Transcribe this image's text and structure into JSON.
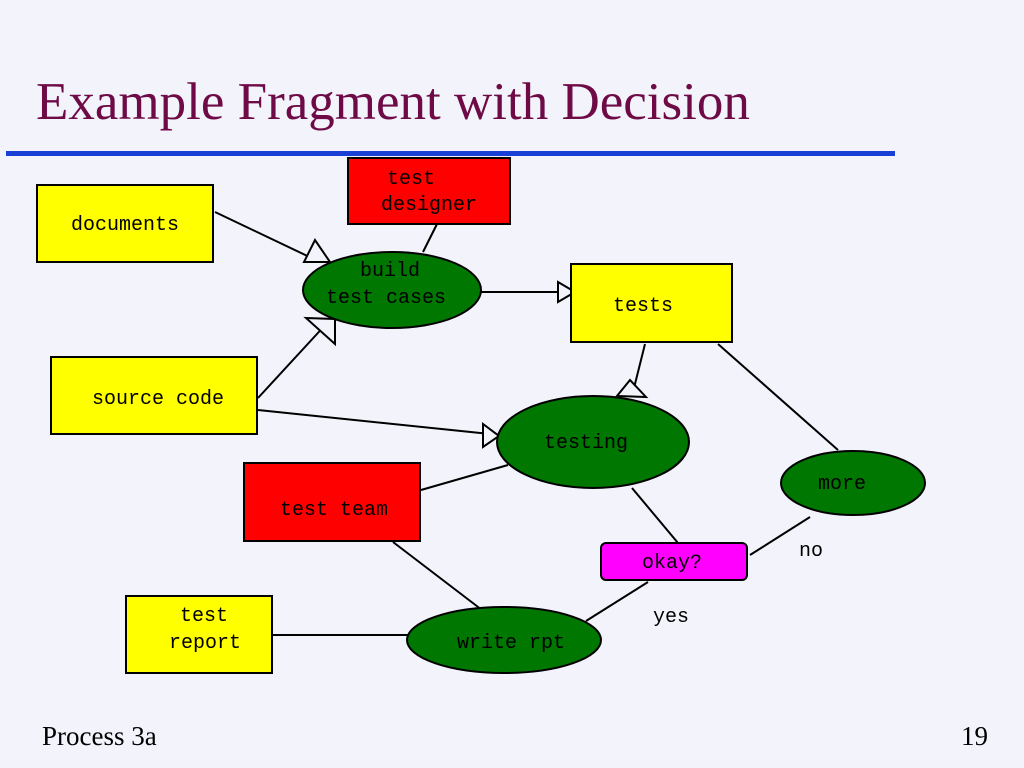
{
  "title": "Example Fragment with Decision",
  "footer": {
    "left": "Process 3a",
    "page_number": "19"
  },
  "nodes": {
    "test_designer": [
      "test",
      "designer"
    ],
    "documents": [
      "documents"
    ],
    "build_test_cases": [
      "build",
      "test cases"
    ],
    "tests": [
      "tests"
    ],
    "source_code": [
      "source code"
    ],
    "testing": [
      "testing"
    ],
    "more": [
      "more"
    ],
    "test_team": [
      "test team"
    ],
    "okay": [
      "okay?"
    ],
    "test_report": [
      "test",
      "report"
    ],
    "write_rpt": [
      "write rpt"
    ]
  },
  "edge_labels": {
    "no": "no",
    "yes": "yes"
  },
  "colors": {
    "title": "#6e0b46",
    "rule": "#1a3fd6",
    "artifact": "#ffff00",
    "role": "#ff0000",
    "process": "#007700",
    "decision": "#ff00ff"
  }
}
